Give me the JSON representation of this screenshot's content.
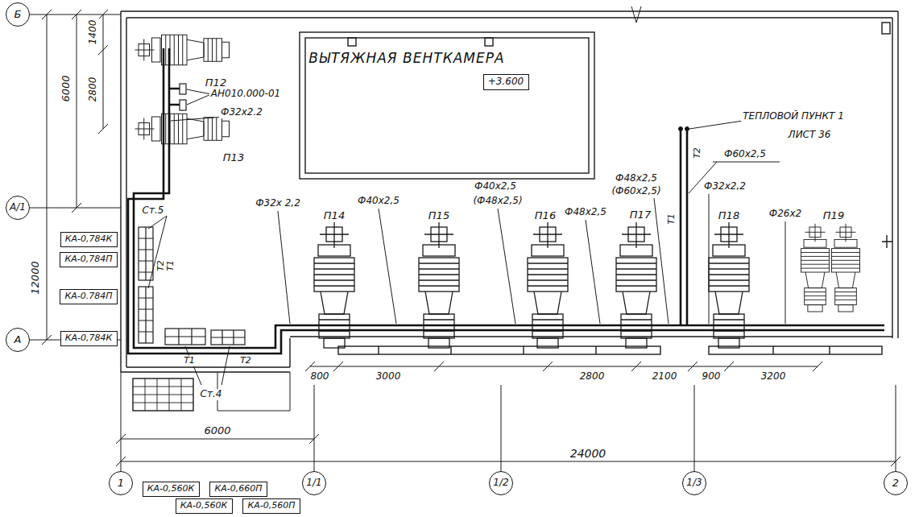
{
  "diagram": {
    "nodes": [
      {
        "text": [
          "Б"
        ]
      },
      {
        "text": [
          "А/1"
        ]
      },
      {
        "text": [
          "А"
        ]
      },
      {
        "text": [
          "КА-0,784К"
        ]
      },
      {
        "text": [
          "КА-0,784П"
        ]
      },
      {
        "text": [
          "КА-0.784П"
        ]
      },
      {
        "text": [
          "КА-0,784К"
        ]
      },
      {
        "text": [
          "+3.600"
        ]
      },
      {
        "text": [
          "1"
        ]
      },
      {
        "text": [
          "1/1"
        ]
      },
      {
        "text": [
          "1/2"
        ]
      },
      {
        "text": [
          "1/3"
        ]
      },
      {
        "text": [
          "2"
        ]
      },
      {
        "text": [
          "КА-0,560К"
        ]
      },
      {
        "text": [
          "КА-0,660П"
        ]
      },
      {
        "text": [
          "КА-0,560К"
        ]
      },
      {
        "text": [
          "КА-0,560П"
        ]
      }
    ],
    "labels": [
      "ВЫТЯЖНАЯ ВЕНТКАМЕРА",
      "П12",
      "АН010.000-01",
      "Ф32х2.2",
      "П13",
      "1400",
      "2800",
      "6000",
      "12000",
      "Ст.5",
      "Т2",
      "Т1",
      "Ф32х 2,2",
      "Т1",
      "Т2",
      "Ст.4",
      "6000",
      "24000",
      "П14",
      "П15",
      "П16",
      "П17",
      "П18",
      "П19",
      "Ф40х2,5",
      "Ф40х2,5",
      "(Ф48х2,5)",
      "Ф48х2,5",
      "Ф48х2,5",
      "(Ф60х2,5)",
      "Ф32х2,2",
      "Ф60х2,5",
      "Ф26х2",
      "ТЕПЛОВОЙ ПУНКТ 1",
      "ЛИСТ 36",
      "Т2",
      "Т1",
      "800",
      "3000",
      "2800",
      "2100",
      "900",
      "3200"
    ]
  }
}
